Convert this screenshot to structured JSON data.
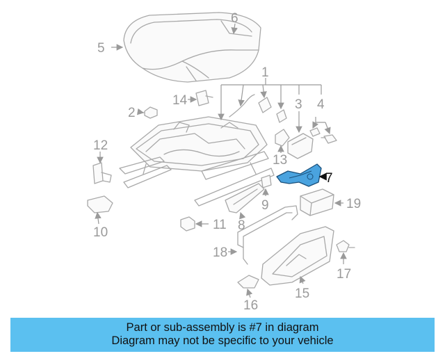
{
  "diagram": {
    "callouts": {
      "c1": "1",
      "c2": "2",
      "c3": "3",
      "c4": "4",
      "c5": "5",
      "c6": "6",
      "c7": "7",
      "c8": "8",
      "c9": "9",
      "c10": "10",
      "c11": "11",
      "c12": "12",
      "c13": "13",
      "c14": "14",
      "c15": "15",
      "c16": "16",
      "c17": "17",
      "c18": "18",
      "c19": "19"
    },
    "highlight_color": "#4aa3df"
  },
  "banner": {
    "line1": "Part or sub-assembly is #7 in diagram",
    "line2": "Diagram may not be specific to your vehicle",
    "background": "#5bc0f0"
  }
}
